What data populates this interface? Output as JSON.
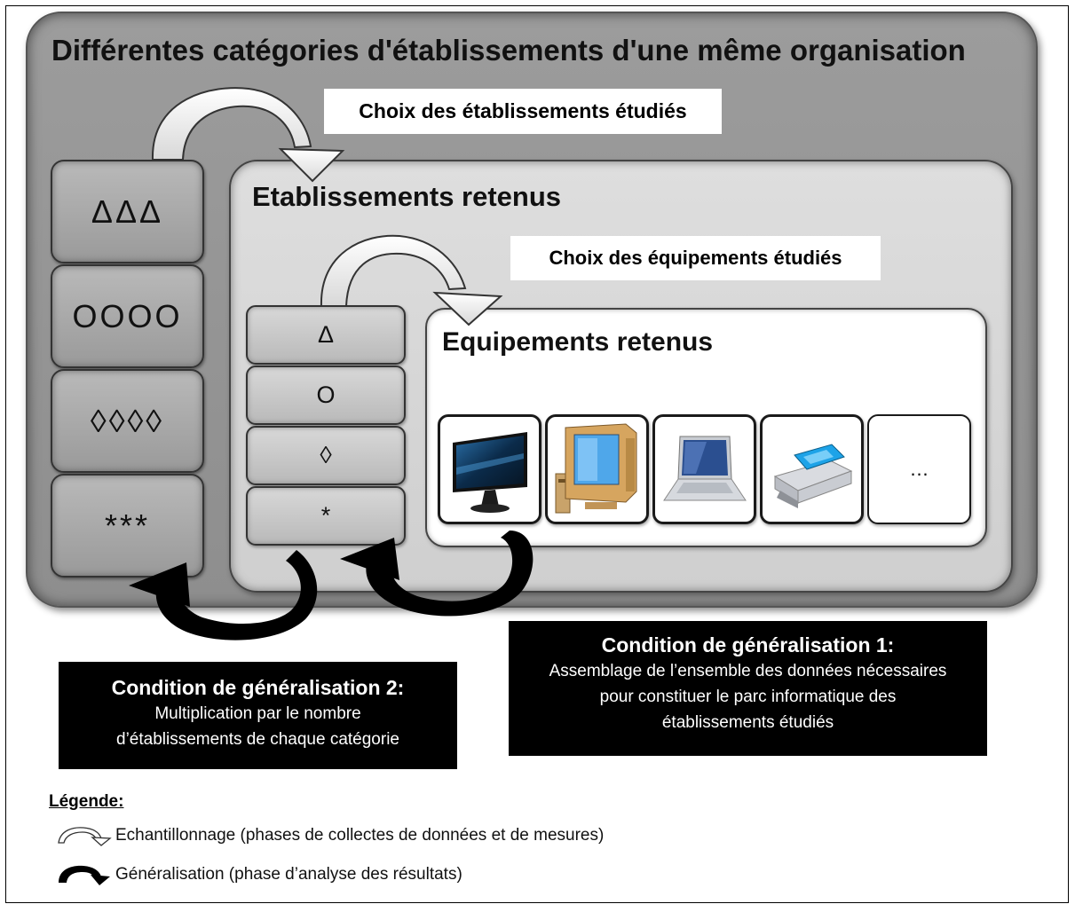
{
  "outer": {
    "title": "Différentes catégories d'établissements d'une même organisation"
  },
  "labels": {
    "choice_establishments": "Choix des établissements étudiés",
    "choice_equipment": "Choix des équipements étudiés"
  },
  "middle": {
    "title": "Etablissements retenus"
  },
  "inner": {
    "title": "Equipements retenus"
  },
  "categories": [
    "ΔΔΔ",
    "OOOO",
    "◊◊◊◊",
    "***"
  ],
  "selected": [
    "Δ",
    "O",
    "◊",
    "*"
  ],
  "equipment": [
    {
      "icon": "monitor-icon"
    },
    {
      "icon": "desktop-computer-icon"
    },
    {
      "icon": "laptop-icon"
    },
    {
      "icon": "printer-icon"
    },
    {
      "icon": "more-icon",
      "text": "…"
    }
  ],
  "condition1": {
    "title": "Condition de généralisation 1:",
    "lines": [
      "Assemblage de l’ensemble des données nécessaires",
      "pour constituer le parc informatique des",
      "établissements étudiés"
    ]
  },
  "condition2": {
    "title": "Condition de généralisation 2:",
    "lines": [
      "Multiplication par le nombre",
      "d’établissements de chaque catégorie"
    ]
  },
  "legend": {
    "title": "Légende:",
    "sampling": "Echantillonnage (phases de collectes de données et de mesures)",
    "generalization": "Généralisation (phase d’analyse des résultats)"
  }
}
